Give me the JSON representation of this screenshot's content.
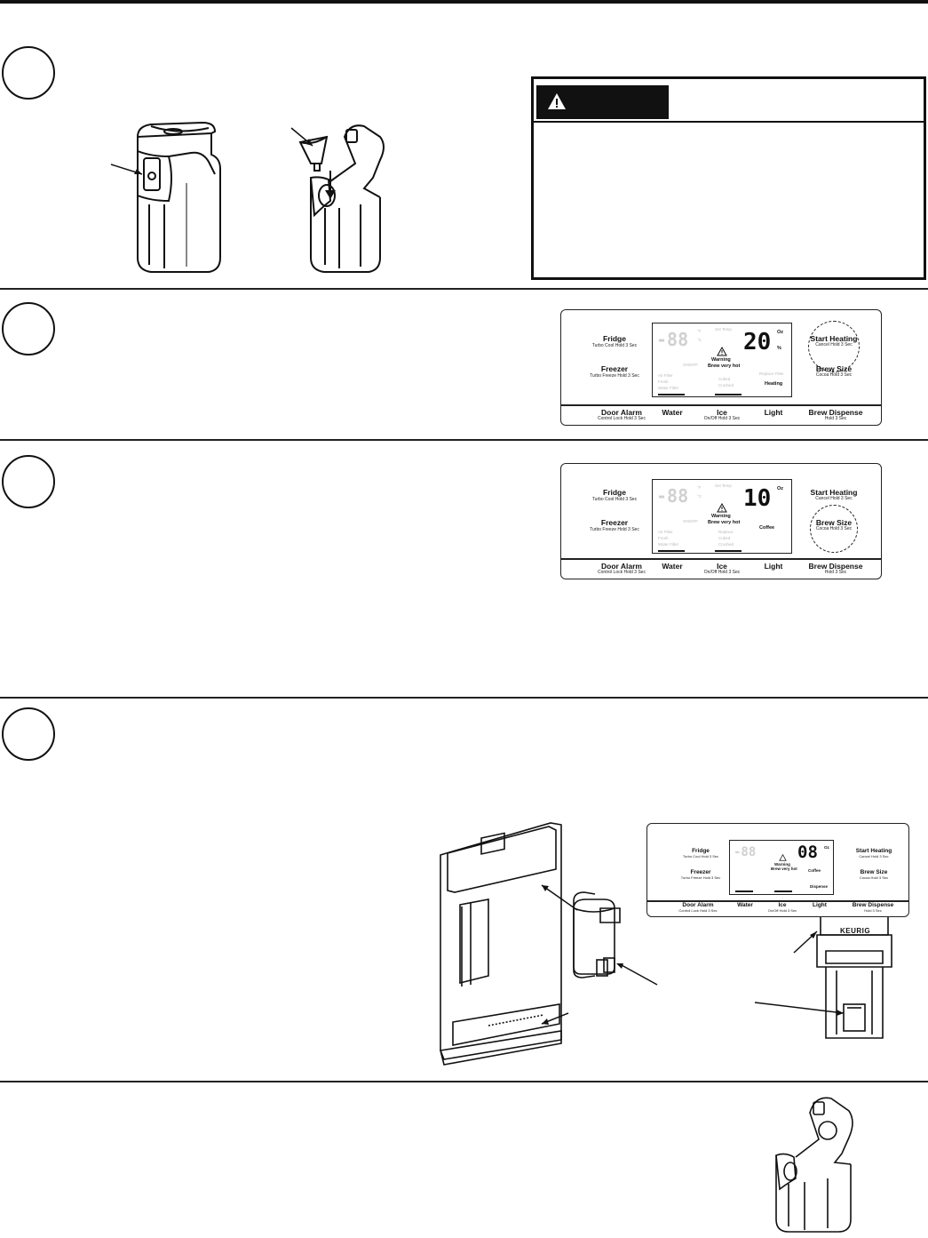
{
  "warning": {
    "icon": "warning-triangle-icon",
    "header_text": "",
    "body_text": ""
  },
  "panel_step2": {
    "fridge": "Fridge",
    "fridge_sub": "Turbo Cool Hold 3 Sec",
    "freezer": "Freezer",
    "freezer_sub": "Turbo Freeze Hold 3 Sec",
    "start_heating": "Start Heating",
    "start_heating_sub": "Cancel Hold 3 Sec",
    "brew_size": "Brew Size",
    "brew_size_sub": "Cocoa Hold 3 Sec",
    "door_alarm": "Door Alarm",
    "door_alarm_sub": "Control Lock Hold 3 Sec",
    "water": "Water",
    "ice": "Ice",
    "ice_sub": "On/Off Hold 3 Sec",
    "light": "Light",
    "brew_dispense": "Brew Dispense",
    "brew_dispense_sub": "Hold 3 Sec",
    "lcd_value": "20",
    "lcd_unit_top": "Oz",
    "lcd_unit": "%",
    "lcd_warning": "Warning",
    "lcd_warning_sub": "Brew very hot",
    "lcd_status": "Heating"
  },
  "panel_step3": {
    "fridge": "Fridge",
    "fridge_sub": "Turbo Cool Hold 3 Sec",
    "freezer": "Freezer",
    "freezer_sub": "Turbo Freeze Hold 3 Sec",
    "start_heating": "Start Heating",
    "start_heating_sub": "Cancel Hold 3 Sec",
    "brew_size": "Brew Size",
    "brew_size_sub": "Cocoa Hold 3 Sec",
    "door_alarm": "Door Alarm",
    "door_alarm_sub": "Control Lock Hold 3 Sec",
    "water": "Water",
    "ice": "Ice",
    "ice_sub": "On/Off Hold 3 Sec",
    "light": "Light",
    "brew_dispense": "Brew Dispense",
    "brew_dispense_sub": "Hold 3 Sec",
    "lcd_value": "10",
    "lcd_unit_top": "Oz",
    "lcd_warning": "Warning",
    "lcd_warning_sub": "Brew very hot",
    "lcd_status": "Coffee"
  },
  "panel_step4": {
    "fridge": "Fridge",
    "fridge_sub": "Turbo Cool Hold 3 Sec",
    "freezer": "Freezer",
    "freezer_sub": "Turbo Freeze Hold 3 Sec",
    "start_heating": "Start Heating",
    "start_heating_sub": "Cancel Hold 3 Sec",
    "brew_size": "Brew Size",
    "brew_size_sub": "Cocoa Hold 3 Sec",
    "door_alarm": "Door Alarm",
    "door_alarm_sub": "Control Lock Hold 3 Sec",
    "water": "Water",
    "ice": "Ice",
    "ice_sub": "On/Off Hold 3 Sec",
    "light": "Light",
    "brew_dispense": "Brew Dispense",
    "brew_dispense_sub": "Hold 3 Sec",
    "lcd_value": "08",
    "lcd_unit_top": "Oz",
    "lcd_warning": "Warning",
    "lcd_warning_sub": "Brew very hot",
    "lcd_status": "Coffee",
    "lcd_status_2": "Dispense",
    "brewer_brand": "KEURIG"
  },
  "ghost": {
    "seg_left": "-88",
    "temp_f": "°F",
    "temp_c": "°C",
    "set_temp": "Set Temp",
    "fresh": "Fresh",
    "water_filter": "Water Filter",
    "replace": "Replace",
    "air_filter": "Air Filter",
    "reorder": "Reorder",
    "on_off": "ON/OFF",
    "replace_filter": "Replace Filter",
    "cubed": "Cubed",
    "crushed": "Crushed"
  }
}
